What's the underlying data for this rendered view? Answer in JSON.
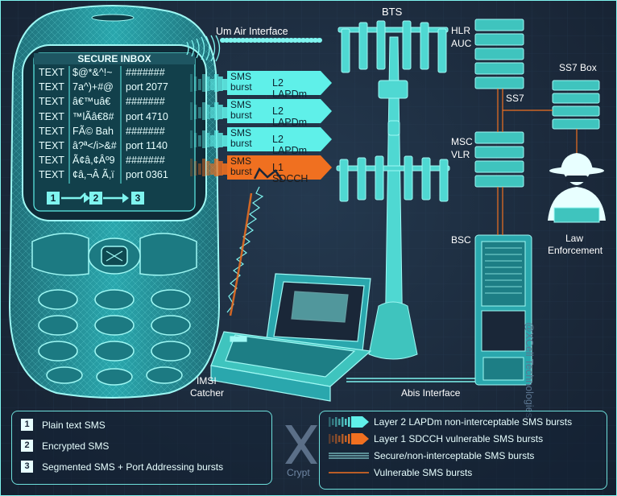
{
  "phone": {
    "inbox_title": "SECURE INBOX",
    "rows": [
      {
        "label": "TEXT",
        "cipher": "$@*&^!~",
        "port": "#######"
      },
      {
        "label": "TEXT",
        "cipher": "7a^)+#@",
        "port": "port 2077"
      },
      {
        "label": "TEXT",
        "cipher": "â€™uâ€",
        "port": "#######"
      },
      {
        "label": "TEXT",
        "cipher": "™lÃâ€8#",
        "port": "port 4710"
      },
      {
        "label": "TEXT",
        "cipher": "FÃ© Bah",
        "port": "#######"
      },
      {
        "label": "TEXT",
        "cipher": "â?ª</i>&#",
        "port": "port 1140"
      },
      {
        "label": "TEXT",
        "cipher": "Ã¢â,¢Âº9",
        "port": "#######"
      },
      {
        "label": "TEXT",
        "cipher": "¢â,¬Â Ã,ï",
        "port": "port 0361"
      }
    ],
    "steps": [
      "1",
      "2",
      "3"
    ]
  },
  "links": {
    "um_air": "Um Air Interface",
    "abis": "Abis Interface",
    "ss7": "SS7"
  },
  "bursts": [
    {
      "sms": "SMS",
      "burst": "burst",
      "proto": "L2 LAPDm",
      "kind": "secure"
    },
    {
      "sms": "SMS",
      "burst": "burst",
      "proto": "L2 LAPDm",
      "kind": "secure"
    },
    {
      "sms": "SMS",
      "burst": "burst",
      "proto": "L2 LAPDm",
      "kind": "secure"
    },
    {
      "sms": "SMS",
      "burst": "burst",
      "proto": "L1 SDCCH",
      "kind": "vulnerable"
    }
  ],
  "nodes": {
    "bts": "BTS",
    "hlr": "HLR",
    "auc": "AUC",
    "ss7_box": "SS7 Box",
    "msc": "MSC",
    "vlr": "VLR",
    "bsc": "BSC",
    "law_1": "Law",
    "law_2": "Enforcement",
    "imsi_1": "IMSI",
    "imsi_2": "Catcher"
  },
  "watermark": "@XCell Technologies",
  "logo": {
    "name": "Crypt"
  },
  "legend_left": [
    {
      "num": "1",
      "text": "Plain text SMS"
    },
    {
      "num": "2",
      "text": "Encrypted SMS"
    },
    {
      "num": "3",
      "text": "Segmented SMS + Port Addressing bursts"
    }
  ],
  "legend_right": [
    {
      "text": "Layer 2 LAPDm non-interceptable SMS bursts",
      "kind": "secure-burst"
    },
    {
      "text": "Layer 1 SDCCH vulnerable SMS bursts",
      "kind": "vulnerable-burst"
    },
    {
      "text": "Secure/non-interceptable SMS bursts",
      "kind": "secure-line"
    },
    {
      "text": "Vulnerable SMS bursts",
      "kind": "vulnerable-line"
    }
  ],
  "colors": {
    "cyan": "#5ff0e9",
    "orange": "#f07020",
    "background": "#1b2a3d"
  }
}
